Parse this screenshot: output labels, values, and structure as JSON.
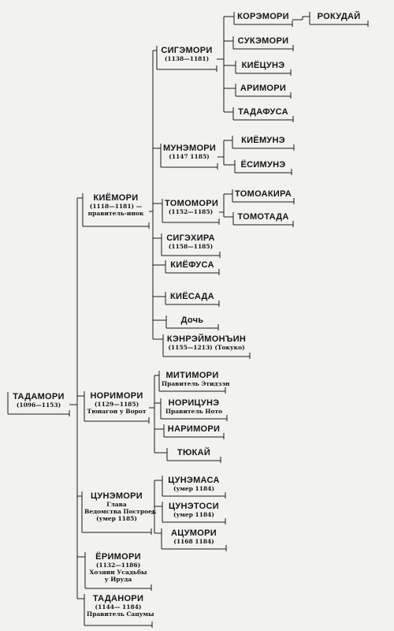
{
  "nodes": {
    "tadamori": {
      "name": "ТАДАМОРИ",
      "sub": [
        "(1096—1153)"
      ]
    },
    "kiyomori": {
      "name": "КИЁМОРИ",
      "sub": [
        "(1118—1181) —",
        "правитель-инок"
      ]
    },
    "norimori": {
      "name": "НОРИМОРИ",
      "sub": [
        "(1129—1185)",
        "Тюнагон у Ворот"
      ]
    },
    "tsunemori": {
      "name": "ЦУНЭМОРИ",
      "sub": [
        "Глава",
        "Ведомства Построек",
        "(умер 1185)"
      ]
    },
    "yorimori": {
      "name": "ЁРИМОРИ",
      "sub": [
        "(1132—1186)",
        "Хозяин Усадьбы",
        "у Ируда"
      ]
    },
    "tadanori": {
      "name": "ТАДАНОРИ",
      "sub": [
        "(1144— 1184)",
        "Правитель Сацумы"
      ]
    },
    "shigemori": {
      "name": "СИГЭМОРИ",
      "sub": [
        "(1138—1181)"
      ]
    },
    "munemori": {
      "name": "МУНЭМОРИ",
      "sub": [
        "(1147   1185)"
      ]
    },
    "tomomori": {
      "name": "ТОМОМОРИ",
      "sub": [
        "(1152—1185)"
      ]
    },
    "shigehira": {
      "name": "СИГЭХИРА",
      "sub": [
        "(1158—1185)"
      ]
    },
    "kiyofusa": {
      "name": "КИЁФУСА",
      "sub": []
    },
    "kiyosada": {
      "name": "КИЁСАДА",
      "sub": []
    },
    "doch": {
      "name": "Дочь",
      "sub": []
    },
    "kenreimonin": {
      "name": "КЭНРЭЙМОНЪИН",
      "sub": [
        "(1155—1213) (Токуко)"
      ]
    },
    "koremori": {
      "name": "КОРЭМОРИ",
      "sub": []
    },
    "rokudai": {
      "name": "РОКУДАЙ",
      "sub": []
    },
    "sukemori": {
      "name": "СУКЭМОРИ",
      "sub": []
    },
    "kiyotsune": {
      "name": "КИЁЦУНЭ",
      "sub": []
    },
    "arimori": {
      "name": "АРИМОРИ",
      "sub": []
    },
    "tadafusa": {
      "name": "ТАДАФУСА",
      "sub": []
    },
    "kiyomune": {
      "name": "КИЁМУНЭ",
      "sub": []
    },
    "yoshimune": {
      "name": "ЁСИМУНЭ",
      "sub": []
    },
    "tomoakira": {
      "name": "ТОМОАКИРА",
      "sub": []
    },
    "tomotada": {
      "name": "ТОМОТАДА",
      "sub": []
    },
    "mitimori": {
      "name": "МИТИМОРИ",
      "sub": [
        "Правитель Этидзэн"
      ]
    },
    "noritsune": {
      "name": "НОРИЦУНЭ",
      "sub": [
        "Правитель Ното"
      ]
    },
    "narimori": {
      "name": "НАРИМОРИ",
      "sub": []
    },
    "tyukai": {
      "name": "ТЮКАЙ",
      "sub": []
    },
    "tsunemasa": {
      "name": "ЦУНЭМАСА",
      "sub": [
        "(умер 1184)"
      ]
    },
    "tsunetoshi": {
      "name": "ЦУНЭТОСИ",
      "sub": [
        "(умер 1184)"
      ]
    },
    "atsumori": {
      "name": "АЦУМОРИ",
      "sub": [
        "(1168   1184)"
      ]
    }
  }
}
